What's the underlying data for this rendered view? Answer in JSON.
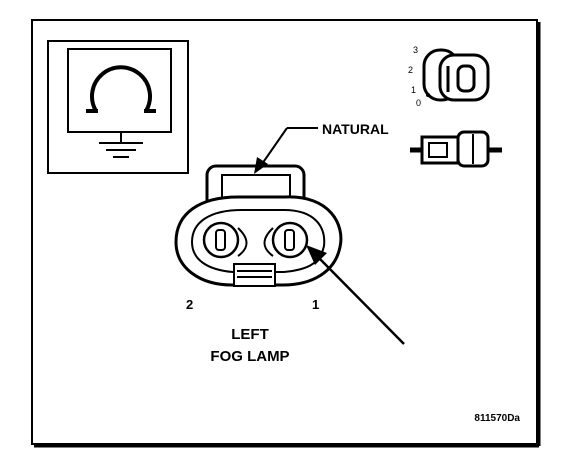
{
  "callout_label": "NATURAL",
  "pin_labels": {
    "pin_2": "2",
    "pin_1": "1"
  },
  "title_lines": [
    "LEFT",
    "FOG LAMP"
  ],
  "figure_id": "811570Da",
  "key_positions": [
    "3",
    "2",
    "1",
    "0"
  ],
  "icon_names": [
    "ground-symbol-icon",
    "ignition-key-icon",
    "connector-side-icon"
  ],
  "colors": {
    "ink": "#000000",
    "background": "#ffffff"
  }
}
